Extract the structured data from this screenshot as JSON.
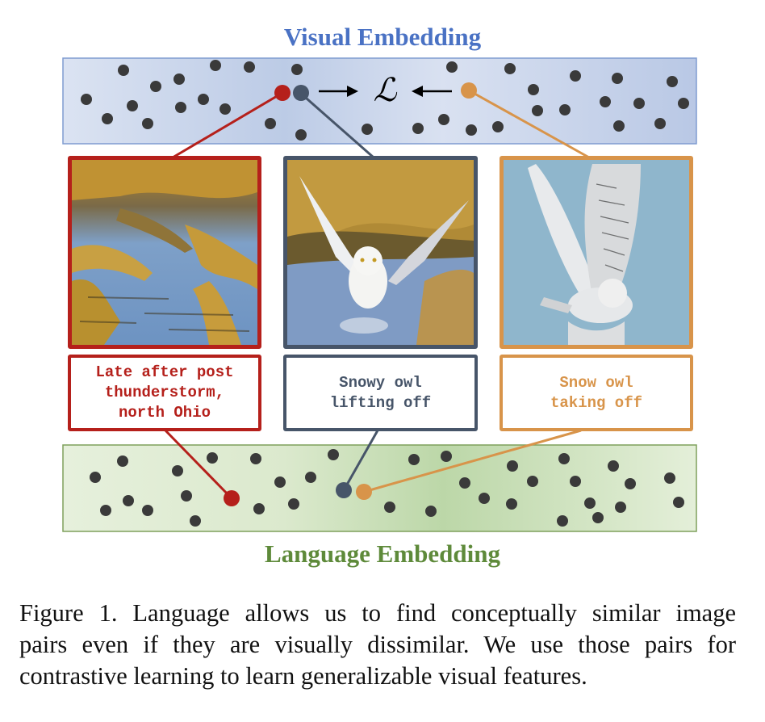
{
  "figure": {
    "visual_title": "Visual Embedding",
    "language_title": "Language Embedding",
    "loss_symbol": "ℒ",
    "colors": {
      "visual": "#4a72c4",
      "language": "#5e8a3a",
      "red": "#b5201b",
      "slate": "#475569",
      "orange": "#d8944a",
      "dot": "#3a3a3a"
    },
    "items": [
      {
        "id": "red",
        "caption_lines": [
          "Late after post",
          "thunderstorm,",
          "north Ohio"
        ],
        "image_desc": "flooded-field-with-stubble"
      },
      {
        "id": "slate",
        "caption_lines": [
          "Snowy owl",
          "lifting off"
        ],
        "image_desc": "snowy-owl-taking-off-from-water"
      },
      {
        "id": "orange",
        "caption_lines": [
          "Snow owl",
          "taking off"
        ],
        "image_desc": "snowy-owl-flying-blue-sky"
      }
    ],
    "caption": [
      "Figure 1.  Language allows us to find conceptually similar image",
      "pairs even if they are visually dissimilar.  We use those pairs for",
      "contrastive learning to learn generalizable visual features."
    ]
  }
}
